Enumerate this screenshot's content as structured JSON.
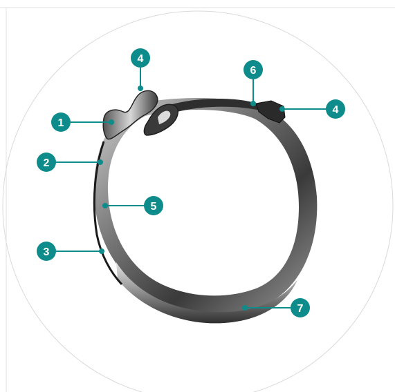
{
  "colors": {
    "accent": "#0e8b8b",
    "badge_text": "#ffffff",
    "background_circle_stroke": "#d9d9d9",
    "frame_line": "#e2e2e2",
    "metal_dark": "#2b2b2b",
    "metal_mid": "#6e6e6e",
    "metal_light": "#c9c9c9"
  },
  "diagram": {
    "subject_icon": "hose-clamp",
    "callouts": [
      {
        "id": "c1",
        "label": "1"
      },
      {
        "id": "c2",
        "label": "2"
      },
      {
        "id": "c3",
        "label": "3"
      },
      {
        "id": "c4a",
        "label": "4"
      },
      {
        "id": "c4b",
        "label": "4"
      },
      {
        "id": "c5",
        "label": "5"
      },
      {
        "id": "c6",
        "label": "6"
      },
      {
        "id": "c7",
        "label": "7"
      }
    ]
  }
}
